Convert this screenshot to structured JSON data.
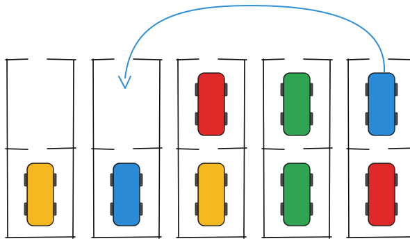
{
  "colors": {
    "background": "#ffffff",
    "line": "#111111",
    "arrow": "#2f8fd6",
    "tire": "#4a4a4a",
    "yellow": "#f6b81f",
    "blue": "#2b8bd6",
    "red": "#e02a2a",
    "green": "#2fa453"
  },
  "columns": [
    {
      "top": {
        "car": null,
        "color": null
      },
      "bottom": {
        "car": "car",
        "color": "yellow"
      }
    },
    {
      "top": {
        "car": null,
        "color": null
      },
      "bottom": {
        "car": "car",
        "color": "blue"
      }
    },
    {
      "top": {
        "car": "car",
        "color": "red"
      },
      "bottom": {
        "car": "car",
        "color": "yellow"
      }
    },
    {
      "top": {
        "car": "car",
        "color": "green"
      },
      "bottom": {
        "car": "car",
        "color": "green"
      }
    },
    {
      "top": {
        "car": "car",
        "color": "blue"
      },
      "bottom": {
        "car": "car",
        "color": "red"
      }
    }
  ],
  "move": {
    "from": {
      "column": 5,
      "slot": "top"
    },
    "to": {
      "column": 2,
      "slot": "top"
    },
    "arrow_icon": "curved-arrow-icon"
  }
}
